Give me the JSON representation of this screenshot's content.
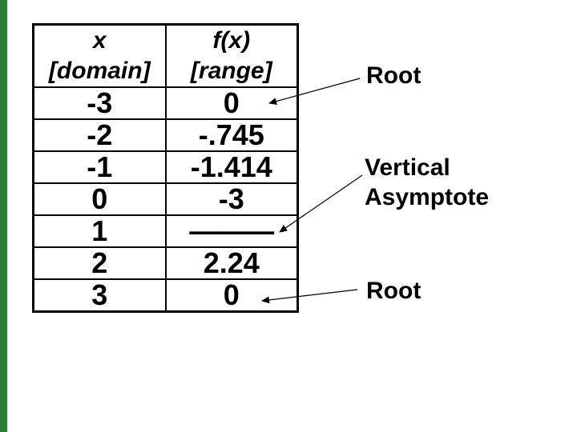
{
  "slide": {
    "background_color": "#ffffff",
    "accent_bar_color": "#2e7d32"
  },
  "table": {
    "headers": [
      {
        "title": "x",
        "subtitle": "[domain]"
      },
      {
        "title": "f(x)",
        "subtitle": "[range]"
      }
    ],
    "rows": [
      {
        "x": "-3",
        "fx": "0"
      },
      {
        "x": "-2",
        "fx": "-.745"
      },
      {
        "x": "-1",
        "fx": "-1.414"
      },
      {
        "x": "0",
        "fx": "-3"
      },
      {
        "x": "1",
        "fx": "———"
      },
      {
        "x": "2",
        "fx": "2.24"
      },
      {
        "x": "3",
        "fx": "0"
      }
    ]
  },
  "annotations": {
    "root_top": {
      "label": "Root"
    },
    "vertical_asymptote": {
      "label": "Vertical Asymptote"
    },
    "root_bottom": {
      "label": "Root"
    }
  },
  "chart_data": {
    "type": "table",
    "columns": [
      "x [domain]",
      "f(x) [range]"
    ],
    "x": [
      -3,
      -2,
      -1,
      0,
      1,
      2,
      3
    ],
    "fx": [
      0,
      -0.745,
      -1.414,
      -3,
      "undefined (———)",
      2.24,
      0
    ],
    "annotations": [
      "Root -> f(-3) = 0",
      "Vertical Asymptote -> x = 1 (f undefined)",
      "Root -> f(3) = 0"
    ]
  }
}
